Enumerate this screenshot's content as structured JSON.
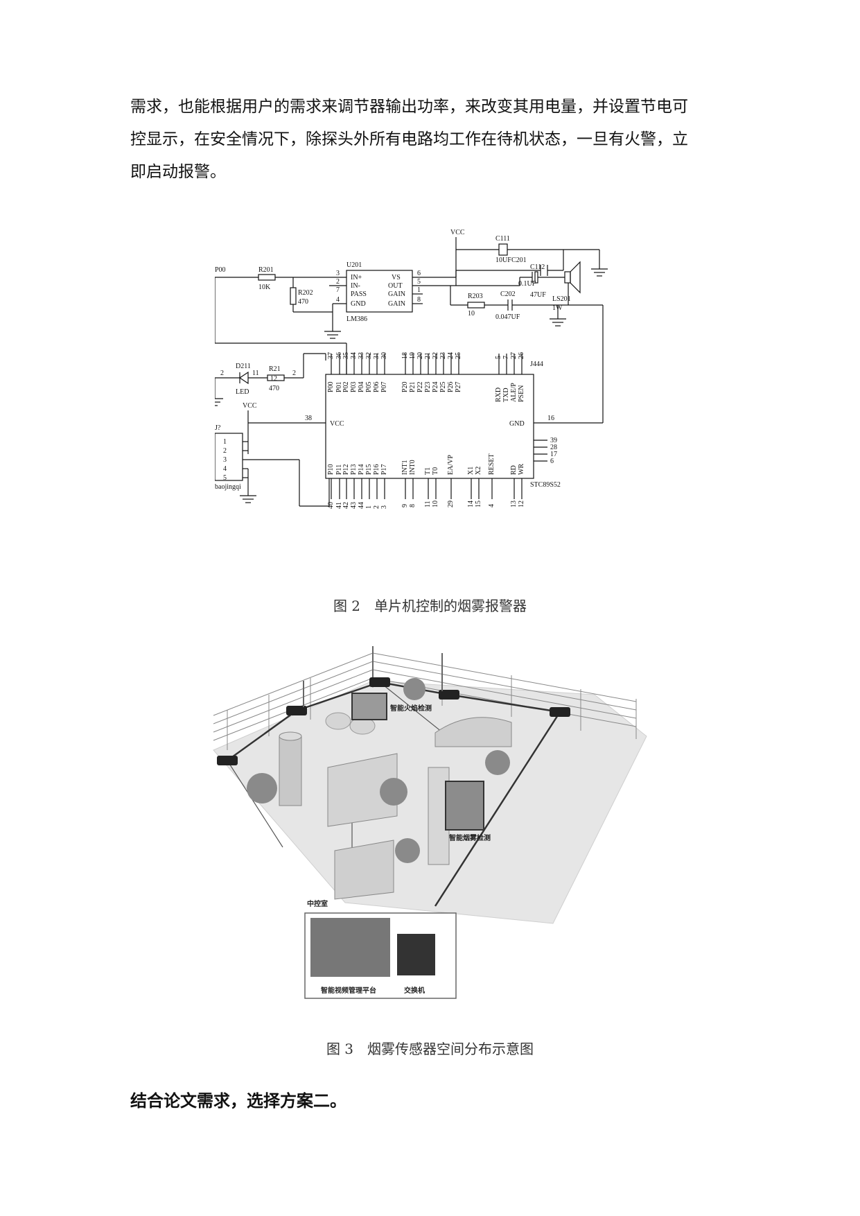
{
  "paragraph": {
    "lines": [
      "需求，也能根据用户的需求来调节器输出功率，来改变其用电量，并设置节电可",
      "控显示，在安全情况下，除探头外所有电路均工作在待机状态，一旦有火警，立",
      "即启动报警。"
    ]
  },
  "figure2": {
    "caption": "图 2　单片机控制的烟雾报警器",
    "labels": {
      "vcc": "VCC",
      "c111": "C111",
      "c111_val": "10UF",
      "c201": "C201",
      "c201_val": "0.1UF",
      "u201": "U201",
      "lm386": "LM386",
      "p00": "P00",
      "r201": "R201",
      "r201_val": "10K",
      "r202": "R202",
      "r202_val": "470",
      "c112": "C112",
      "c112_val": "47UF",
      "ls201": "LS201",
      "ls201_val": "1W",
      "r203": "R203",
      "r203_val": "10",
      "c202": "C202",
      "c202_val": "0.047UF",
      "d211": "D211",
      "led": "LED",
      "r21": "R21",
      "r21_val": "470",
      "j444": "J444",
      "j7": "J?",
      "baojingqi": "baojingqi",
      "mcu": "STC89S52",
      "pin_vcc": "VCC",
      "pin_gnd": "GND",
      "ic_pins_left": [
        "IN+",
        "IN-",
        "PASS",
        "GND"
      ],
      "ic_pins_right": [
        "VS",
        "OUT",
        "GAIN",
        "GAIN"
      ],
      "ic_nums_left": [
        "3",
        "2",
        "7",
        "4"
      ],
      "ic_nums_right": [
        "6",
        "5",
        "1",
        "8"
      ],
      "p0_names": [
        "P00",
        "P01",
        "P02",
        "P03",
        "P04",
        "P05",
        "P06",
        "P07"
      ],
      "p0_nums": [
        "37",
        "36",
        "35",
        "34",
        "33",
        "32",
        "31",
        "30"
      ],
      "p2_names": [
        "P20",
        "P21",
        "P22",
        "P23",
        "P24",
        "P25",
        "P26",
        "P27"
      ],
      "p2_nums": [
        "18",
        "19",
        "20",
        "21",
        "22",
        "23",
        "24",
        "25"
      ],
      "top_right_names": [
        "RXD",
        "TXD",
        "ALE/P",
        "PSEN"
      ],
      "top_right_nums": [
        "5",
        "7",
        "27",
        "26"
      ],
      "p1_names": [
        "P10",
        "P11",
        "P12",
        "P13",
        "P14",
        "P15",
        "P16",
        "P17"
      ],
      "p1_nums": [
        "40",
        "41",
        "42",
        "43",
        "44",
        "1",
        "2",
        "3"
      ],
      "bottom_names": [
        "INT1",
        "INT0",
        "T1",
        "T0",
        "EA/VP",
        "X1",
        "X2",
        "RESET",
        "RD",
        "WR"
      ],
      "bottom_nums": [
        "9",
        "8",
        "11",
        "10",
        "29",
        "14",
        "15",
        "4",
        "13",
        "12"
      ],
      "right_side_nums": [
        "39",
        "28",
        "17",
        "6"
      ],
      "j7_pins": [
        "1",
        "2",
        "3",
        "4",
        "5"
      ],
      "pin38": "38",
      "pin16": "16",
      "led_pin2": "2",
      "led_pin11": "11",
      "r21_pin2": "2",
      "r21_mid": "12"
    }
  },
  "figure3": {
    "caption": "图 3　烟雾传感器空间分布示意图",
    "labels": {
      "flame": "智能火焰检测",
      "smoke": "智能烟雾检测",
      "control_room": "中控室",
      "platform": "智能视频管理平台",
      "switch": "交换机"
    }
  },
  "conclusion": "结合论文需求，选择方案二。"
}
